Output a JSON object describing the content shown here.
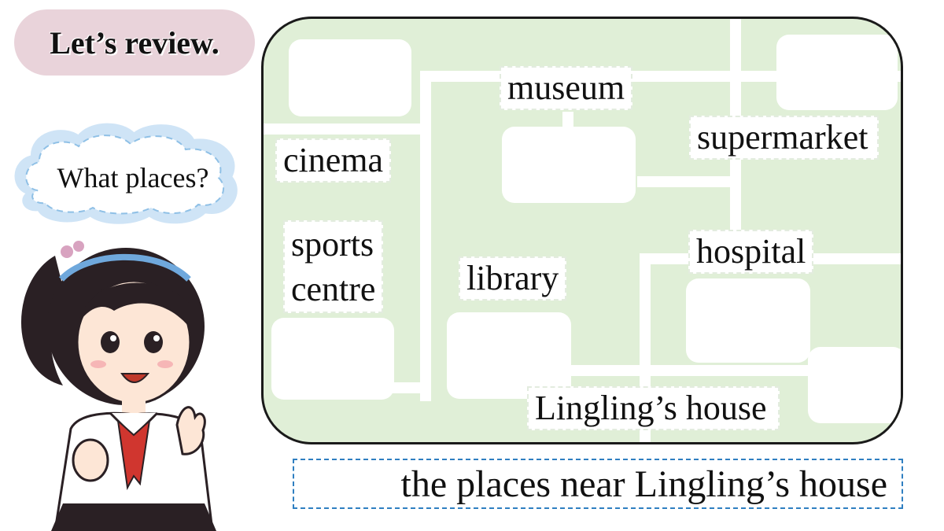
{
  "title": "Let’s review.",
  "thought": "What places?",
  "map": {
    "places": {
      "museum": "museum",
      "supermarket": "supermarket",
      "cinema": "cinema",
      "sports_centre_line1": "sports",
      "sports_centre_line2": "centre",
      "library": "library",
      "hospital": "hospital",
      "home": "Lingling’s house"
    }
  },
  "caption": "the places near Lingling’s house",
  "colors": {
    "map_background": "#e0efd7",
    "road": "#ffffff",
    "title_pill": "#e9d3da",
    "caption_border": "#2f7fc1"
  },
  "icons": [
    "thought-cloud-icon",
    "girl-illustration"
  ]
}
